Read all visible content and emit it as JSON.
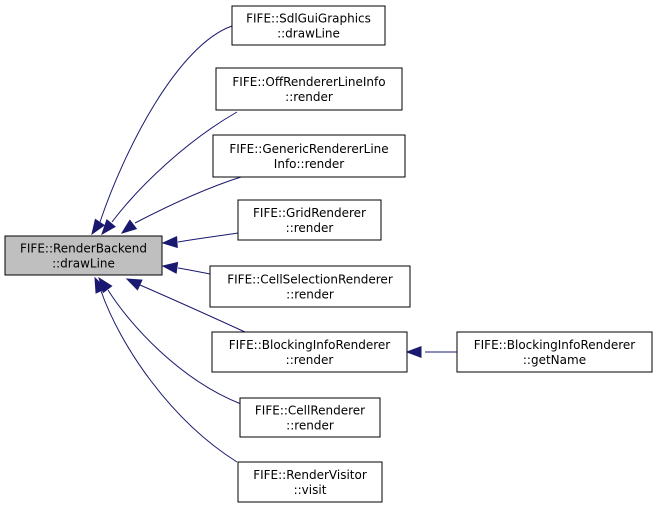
{
  "graph": {
    "edge_color": "#191970",
    "focus_fill": "#bfbfbf",
    "nodes": [
      {
        "id": "render_backend_draw_line",
        "lines": [
          "FIFE::RenderBackend",
          "::drawLine"
        ],
        "focus": true
      },
      {
        "id": "sdl_gui_graphics_draw_line",
        "lines": [
          "FIFE::SdlGuiGraphics",
          "::drawLine"
        ]
      },
      {
        "id": "off_renderer_line_info_render",
        "lines": [
          "FIFE::OffRendererLineInfo",
          "::render"
        ]
      },
      {
        "id": "generic_renderer_line_info_render",
        "lines": [
          "FIFE::GenericRendererLine",
          "Info::render"
        ]
      },
      {
        "id": "grid_renderer_render",
        "lines": [
          "FIFE::GridRenderer",
          "::render"
        ]
      },
      {
        "id": "cell_selection_renderer_render",
        "lines": [
          "FIFE::CellSelectionRenderer",
          "::render"
        ]
      },
      {
        "id": "blocking_info_renderer_render",
        "lines": [
          "FIFE::BlockingInfoRenderer",
          "::render"
        ]
      },
      {
        "id": "blocking_info_renderer_get_name",
        "lines": [
          "FIFE::BlockingInfoRenderer",
          "::getName"
        ]
      },
      {
        "id": "cell_renderer_render",
        "lines": [
          "FIFE::CellRenderer",
          "::render"
        ]
      },
      {
        "id": "render_visitor_visit",
        "lines": [
          "FIFE::RenderVisitor",
          "::visit"
        ]
      }
    ],
    "edges": [
      {
        "from": "sdl_gui_graphics_draw_line",
        "to": "render_backend_draw_line"
      },
      {
        "from": "off_renderer_line_info_render",
        "to": "render_backend_draw_line"
      },
      {
        "from": "generic_renderer_line_info_render",
        "to": "render_backend_draw_line"
      },
      {
        "from": "grid_renderer_render",
        "to": "render_backend_draw_line"
      },
      {
        "from": "cell_selection_renderer_render",
        "to": "render_backend_draw_line"
      },
      {
        "from": "blocking_info_renderer_render",
        "to": "render_backend_draw_line"
      },
      {
        "from": "cell_renderer_render",
        "to": "render_backend_draw_line"
      },
      {
        "from": "render_visitor_visit",
        "to": "render_backend_draw_line"
      },
      {
        "from": "blocking_info_renderer_get_name",
        "to": "blocking_info_renderer_render"
      }
    ]
  }
}
